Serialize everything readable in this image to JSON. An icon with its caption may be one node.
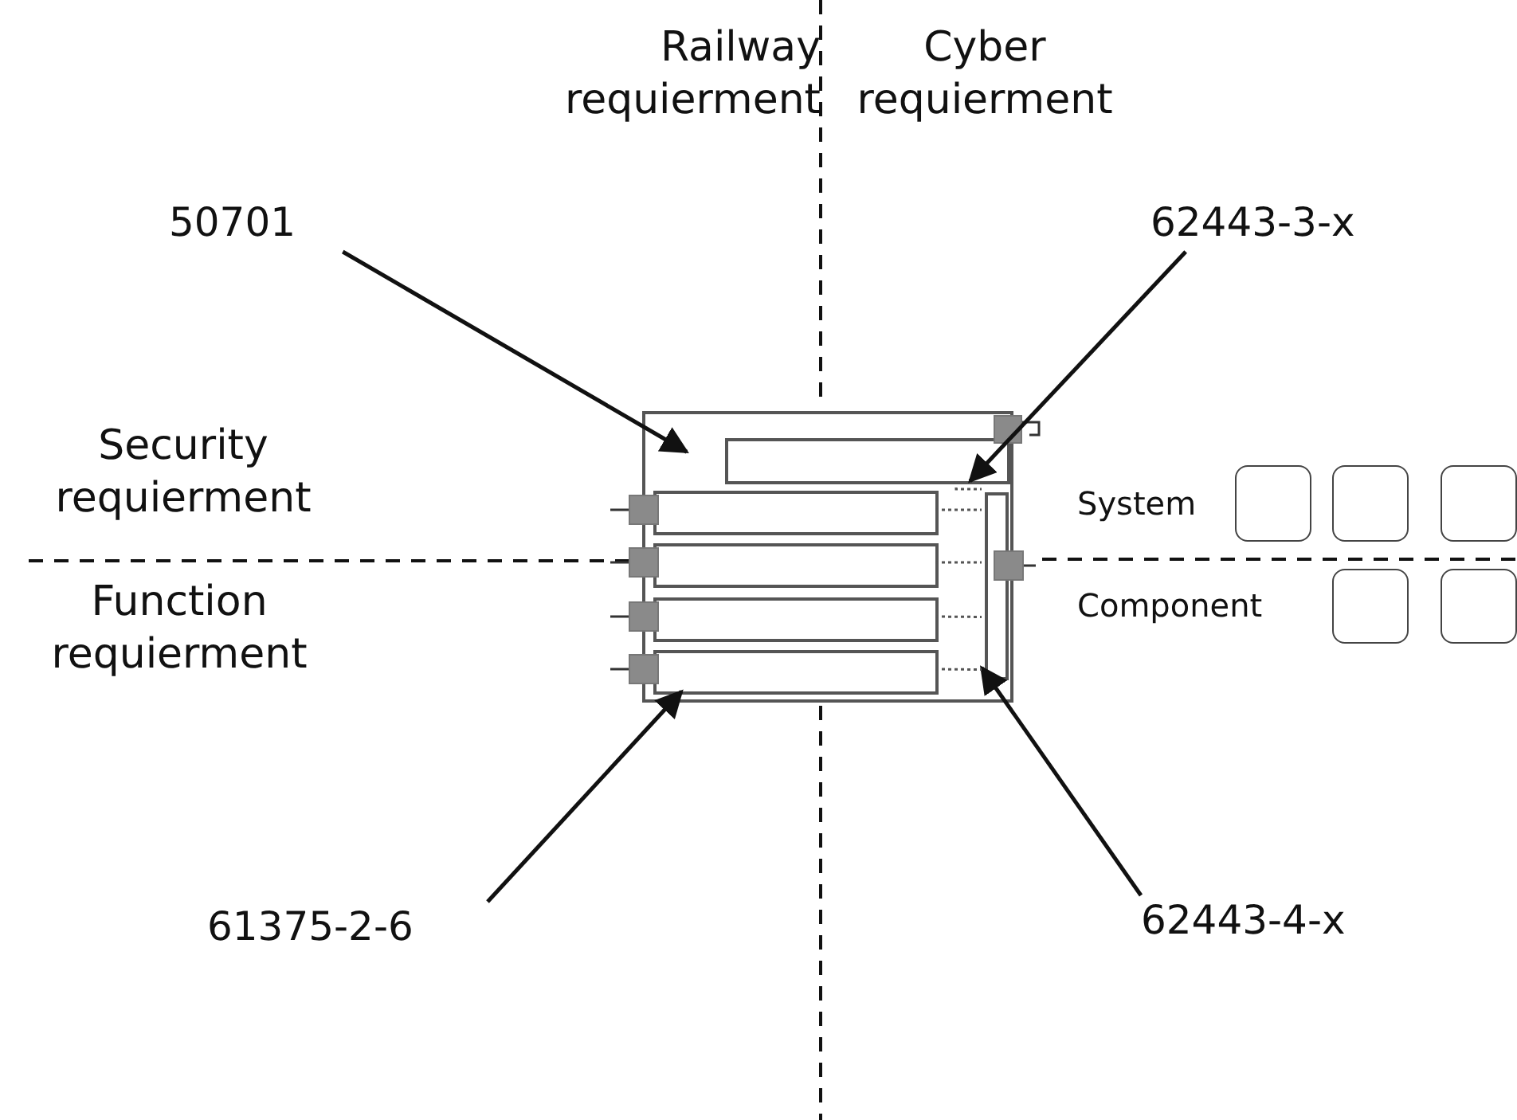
{
  "diagram": {
    "nodes": [
      {
        "text": [
          "50701"
        ]
      },
      {
        "text": [
          "62443-3-x"
        ]
      },
      {
        "text": [
          "61375-2-6"
        ]
      },
      {
        "text": [
          "62443-4-x"
        ]
      },
      {
        "text": [],
        "shape": "box"
      },
      {
        "text": [],
        "shape": "bar",
        "in": 4
      },
      {
        "text": [],
        "shape": "bar",
        "in": 4
      },
      {
        "text": [],
        "shape": "bar",
        "in": 4
      },
      {
        "text": [],
        "shape": "bar",
        "in": 4
      },
      {
        "text": [],
        "shape": "bar",
        "in": 4
      },
      {
        "text": [],
        "shape": "bar",
        "in": 4
      },
      {
        "text": [],
        "shape": "box"
      },
      {
        "text": [],
        "shape": "box"
      },
      {
        "text": [],
        "shape": "box"
      },
      {
        "text": [],
        "shape": "box"
      },
      {
        "text": [],
        "shape": "box"
      }
    ],
    "edges": [
      {
        "from": 0,
        "to": 4,
        "arrow": "to"
      },
      {
        "from": 1,
        "to": 5,
        "arrow": "to"
      },
      {
        "from": 2,
        "to": 9,
        "arrow": "to"
      },
      {
        "from": 3,
        "to": 10,
        "arrow": "to"
      },
      {
        "from": 6,
        "to": 10,
        "arrow": "none",
        "style": "dashed"
      },
      {
        "from": 7,
        "to": 10,
        "arrow": "none",
        "style": "dashed"
      },
      {
        "from": 8,
        "to": 10,
        "arrow": "none",
        "style": "dashed"
      },
      {
        "from": 9,
        "to": 10,
        "arrow": "none",
        "style": "dashed"
      },
      {
        "from": 5,
        "to": 10,
        "arrow": "none",
        "style": "dashed"
      }
    ],
    "labels": [
      "Railway requierment",
      "Cyber requierment",
      "Security requierment",
      "Function requierment",
      "System",
      "Component"
    ]
  }
}
